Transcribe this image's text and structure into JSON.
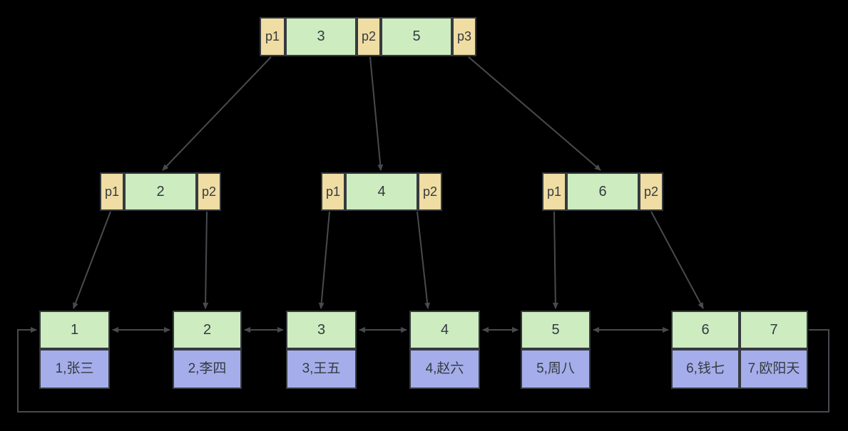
{
  "diagram": {
    "title": "bplus-tree-index-diagram",
    "colors": {
      "background": "#000000",
      "pointer_fill": "#f0dda4",
      "key_fill": "#cdecc0",
      "record_fill": "#a5aeea",
      "border": "#353a3f",
      "edge": "#474b4f",
      "text": "#343a40"
    },
    "root": {
      "cells": [
        {
          "kind": "pointer",
          "label": "p1"
        },
        {
          "kind": "key",
          "label": "3"
        },
        {
          "kind": "pointer",
          "label": "p2"
        },
        {
          "kind": "key",
          "label": "5"
        },
        {
          "kind": "pointer",
          "label": "p3"
        }
      ]
    },
    "internal": [
      {
        "cells": [
          {
            "kind": "pointer",
            "label": "p1"
          },
          {
            "kind": "key",
            "label": "2"
          },
          {
            "kind": "pointer",
            "label": "p2"
          }
        ]
      },
      {
        "cells": [
          {
            "kind": "pointer",
            "label": "p1"
          },
          {
            "kind": "key",
            "label": "4"
          },
          {
            "kind": "pointer",
            "label": "p2"
          }
        ]
      },
      {
        "cells": [
          {
            "kind": "pointer",
            "label": "p1"
          },
          {
            "kind": "key",
            "label": "6"
          },
          {
            "kind": "pointer",
            "label": "p2"
          }
        ]
      }
    ],
    "leaves": [
      {
        "entries": [
          {
            "key": "1",
            "record": "1,张三"
          }
        ]
      },
      {
        "entries": [
          {
            "key": "2",
            "record": "2,李四"
          }
        ]
      },
      {
        "entries": [
          {
            "key": "3",
            "record": "3,王五"
          }
        ]
      },
      {
        "entries": [
          {
            "key": "4",
            "record": "4,赵六"
          }
        ]
      },
      {
        "entries": [
          {
            "key": "5",
            "record": "5,周八"
          }
        ]
      },
      {
        "entries": [
          {
            "key": "6",
            "record": "6,钱七"
          },
          {
            "key": "7",
            "record": "7,欧阳天"
          }
        ]
      }
    ]
  }
}
